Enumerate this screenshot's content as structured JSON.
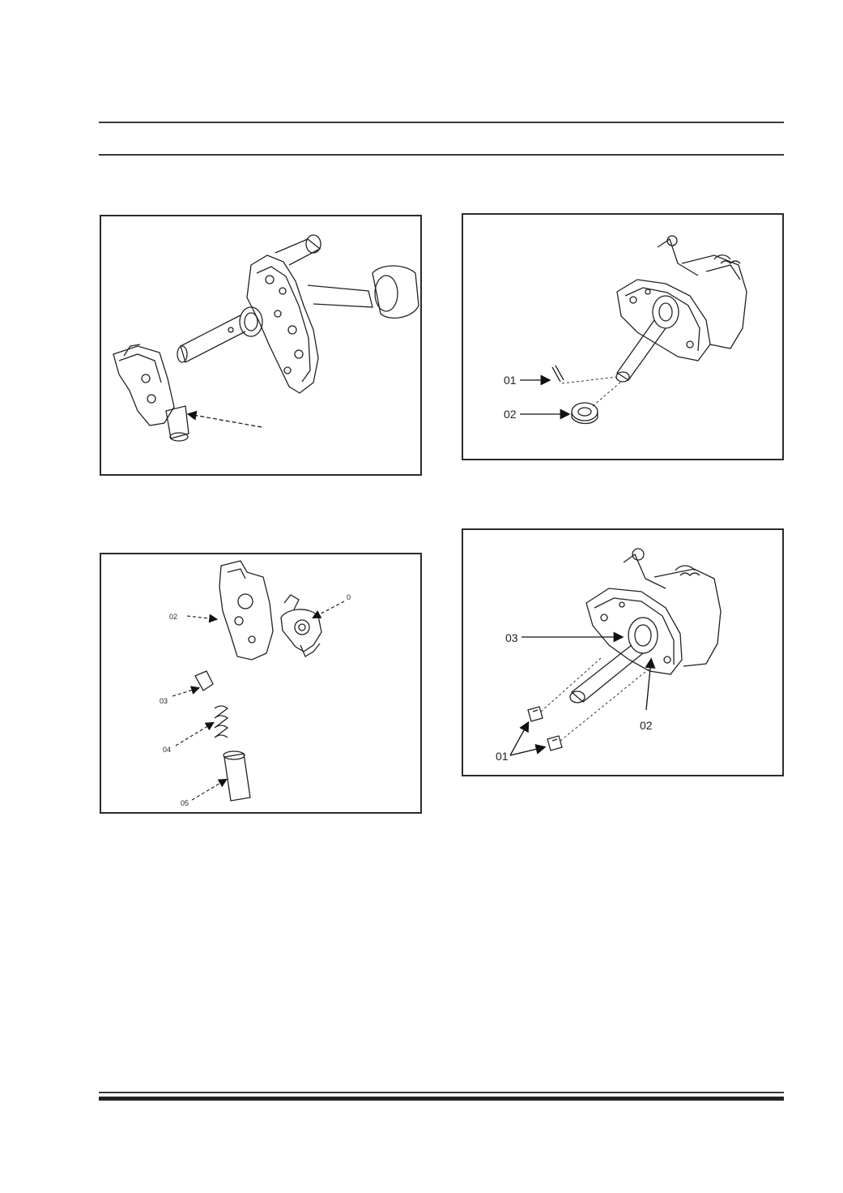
{
  "figures": {
    "fig1": {
      "callouts": []
    },
    "fig2": {
      "callouts": [
        {
          "label": "01"
        },
        {
          "label": "02"
        }
      ]
    },
    "fig3": {
      "callouts": [
        {
          "label": "02"
        },
        {
          "label": "0"
        },
        {
          "label": "03"
        },
        {
          "label": "04"
        },
        {
          "label": "05"
        }
      ]
    },
    "fig4": {
      "callouts": [
        {
          "label": "03"
        },
        {
          "label": "02"
        },
        {
          "label": "01"
        }
      ]
    }
  }
}
